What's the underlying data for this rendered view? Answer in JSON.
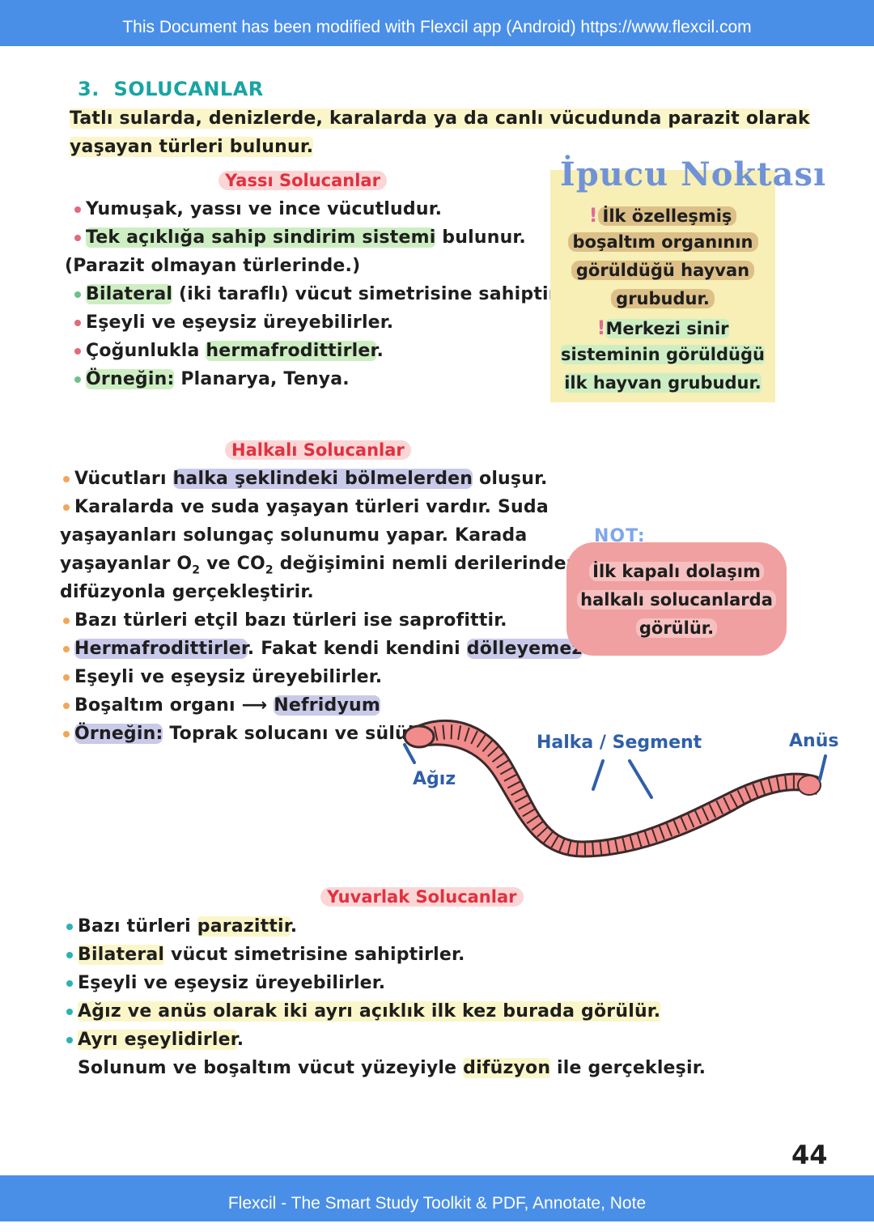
{
  "banner_top": "This Document has been modified with Flexcil app (Android) https://www.flexcil.com",
  "banner_bottom": "Flexcil - The Smart Study Toolkit & PDF, Annotate, Note",
  "section": {
    "number": "3.",
    "title": "SOLUCANLAR",
    "intro_1": "Tatlı sularda, denizlerde, karalarda ya da canlı vücudunda parazit olarak",
    "intro_2": "yaşayan türleri bulunur."
  },
  "yassi": {
    "title": "Yassı Solucanlar",
    "l1": "Yumuşak, yassı ve ince vücutludur.",
    "l2a": "Tek açıklığa sahip sindirim sistemi",
    "l2b": " bulunur.",
    "l3": "(Parazit olmayan türlerinde.)",
    "l4a": "Bilateral",
    "l4b": " (iki taraflı) vücut simetrisine sahiptir.",
    "l5": "Eşeyli ve eşeysiz üreyebilirler.",
    "l6a": "Çoğunlukla ",
    "l6b": "hermafrodittirler",
    "l6c": ".",
    "l7a": "Örneğin:",
    "l7b": " Planarya, Tenya."
  },
  "tip": {
    "title": "İpucu Noktası",
    "l1": "İlk özelleşmiş",
    "l2": "boşaltım organının",
    "l3": "görüldüğü hayvan",
    "l4": "grubudur.",
    "l5": "Merkezi sinir",
    "l6": "sisteminin görüldüğü",
    "l7": "ilk hayvan grubudur."
  },
  "halkali": {
    "title": "Halkalı Solucanlar",
    "l1a": "Vücutları ",
    "l1b": "halka şeklindeki bölmelerden",
    "l1c": " oluşur.",
    "l2": "Karalarda ve suda yaşayan türleri vardır. Suda",
    "l3": "yaşayanları solungaç solunumu yapar. Karada",
    "l4a": "yaşayanlar O",
    "l4sub1": "2",
    "l4b": " ve CO",
    "l4sub2": "2",
    "l4c": " değişimini nemli derilerinden",
    "l5": "difüzyonla gerçekleştirir.",
    "l6": "Bazı türleri etçil bazı türleri ise saprofittir.",
    "l7a": "Hermafrodittirler",
    "l7b": ". Fakat kendi kendini ",
    "l7c": "dölleyemez",
    "l7d": ".",
    "l8a": "Eşeyli ve eşeysiz üreyebilirler.",
    "l9a": "Boşaltım organı ",
    "l9arrow": "⟶",
    "l9b": "Nefridyum",
    "l10a": "Örneğin:",
    "l10b": " Toprak solucanı ve sülük."
  },
  "note": {
    "label": "NOT:",
    "l1": "İlk kapalı dolaşım",
    "l2": "halkalı solucanlarda",
    "l3": "görülür."
  },
  "worm": {
    "mouth_label": "Ağız",
    "segment_label": "Halka / Segment",
    "anus_label": "Anüs",
    "body_color": "#f28b8b",
    "ring_color": "#3a2a2a"
  },
  "yuvarlak": {
    "title": "Yuvarlak Solucanlar",
    "l1a": "Bazı türleri ",
    "l1b": "parazittir",
    "l1c": ".",
    "l2a": "Bilateral",
    "l2b": " vücut simetrisine sahiptirler.",
    "l3": "Eşeyli ve eşeysiz üreyebilirler.",
    "l4": "Ağız ve anüs olarak iki ayrı açıklık ilk kez burada görülür.",
    "l5": "Ayrı eşeylidirler",
    "l5b": ".",
    "l6a": "Solunum ve boşaltım vücut yüzeyiyle ",
    "l6b": "difüzyon",
    "l6c": " ile gerçekleşir."
  },
  "page_number": "44"
}
